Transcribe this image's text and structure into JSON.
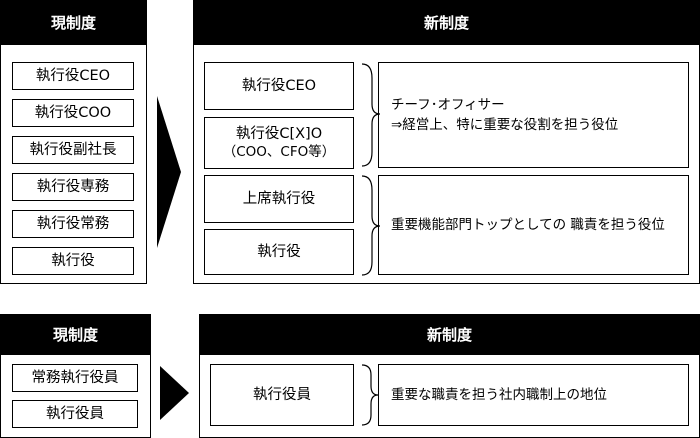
{
  "top": {
    "current_title": "現制度",
    "new_title": "新制度",
    "current_items": [
      "執行役CEO",
      "執行役COO",
      "執行役副社長",
      "執行役専務",
      "執行役常務",
      "執行役"
    ],
    "new_items": {
      "ceo": "執行役CEO",
      "cxo_line1": "執行役C[X]O",
      "cxo_line2": "（COO、CFO等）",
      "senior": "上席執行役",
      "officer": "執行役"
    },
    "desc_group1_line1": "チーフ･オフィサー",
    "desc_group1_line2": "⇒経営上、特に重要な役割を担う役位",
    "desc_group2": "重要機能部門トップとしての 職責を担う役位"
  },
  "bottom": {
    "current_title": "現制度",
    "new_title": "新制度",
    "current_items": [
      "常務執行役員",
      "執行役員"
    ],
    "new_item": "執行役員",
    "desc": "重要な職責を担う社内職制上の地位"
  }
}
